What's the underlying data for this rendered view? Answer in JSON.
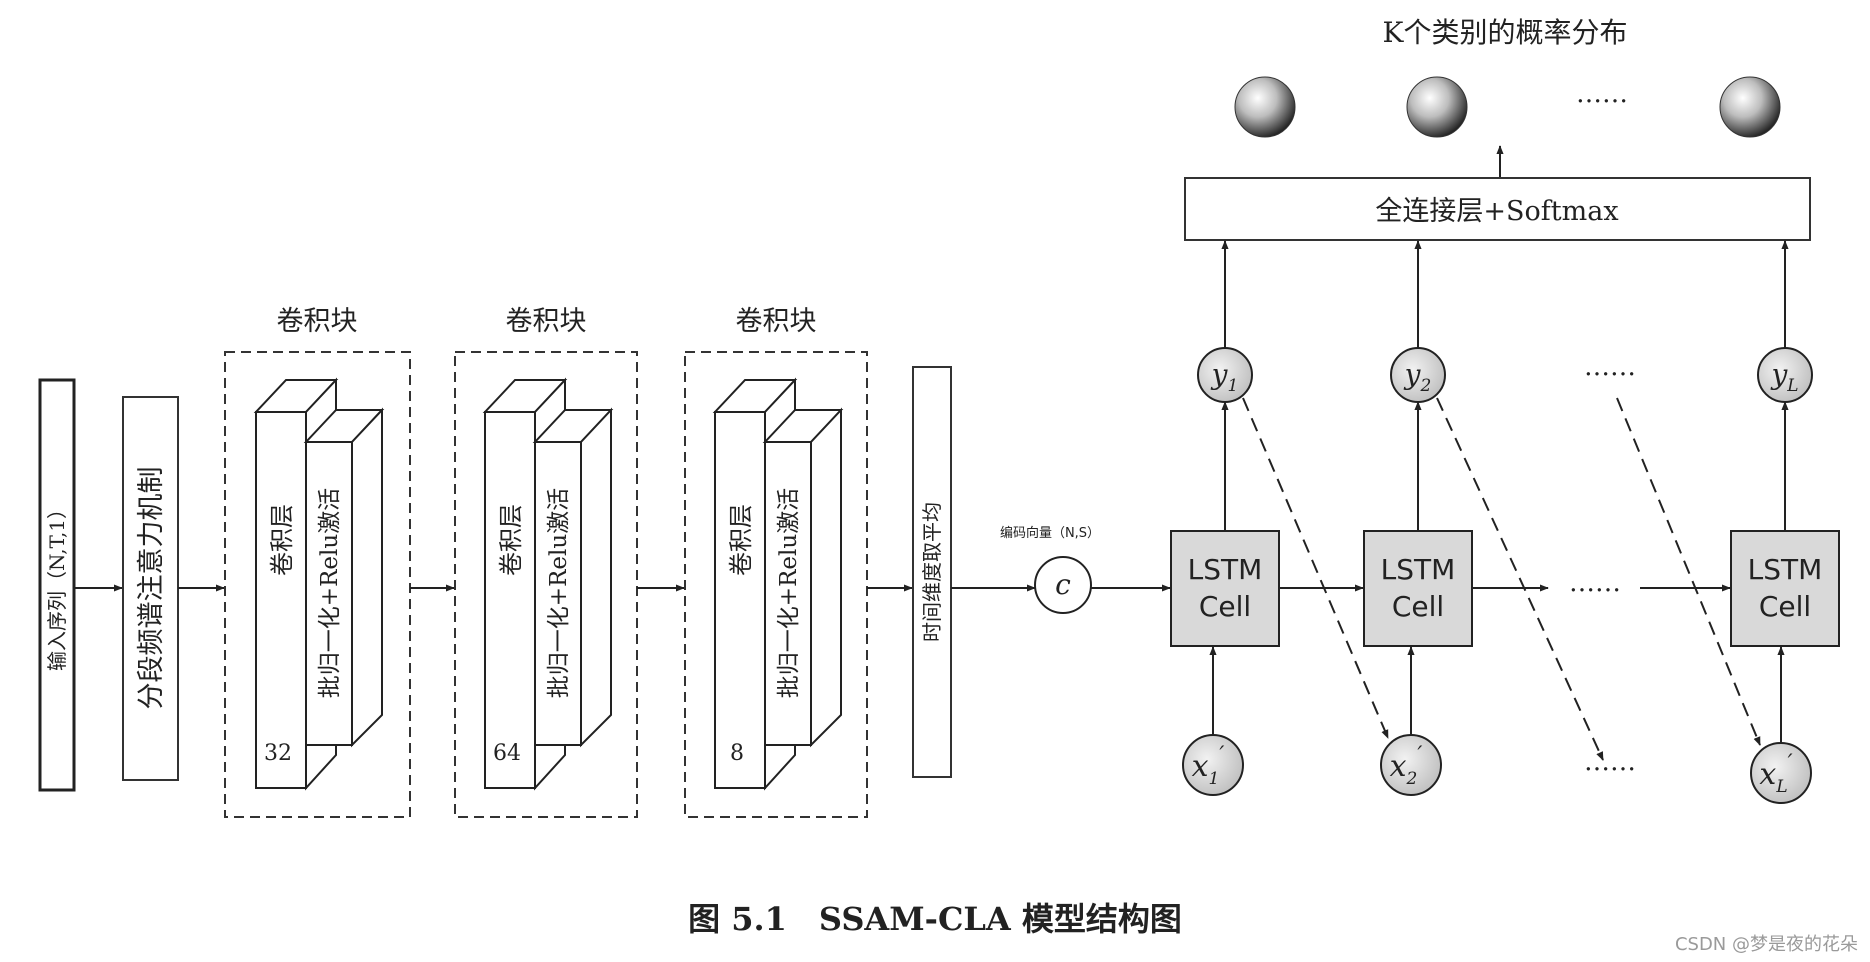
{
  "output_title": "K个类别的概率分布",
  "ellipsis": "……",
  "input_block": "输入序列（N,T,1）",
  "attention_block": "分段频谱注意力机制",
  "conv_blocks": [
    {
      "title": "卷积块",
      "conv_label": "卷积层",
      "norm_label": "批归一化+Relu激活",
      "filters": "32"
    },
    {
      "title": "卷积块",
      "conv_label": "卷积层",
      "norm_label": "批归一化+Relu激活",
      "filters": "64"
    },
    {
      "title": "卷积块",
      "conv_label": "卷积层",
      "norm_label": "批归一化+Relu激活",
      "filters": "8"
    }
  ],
  "pooling_block": "时间维度取平均",
  "context_vector_label": "编码向量（N,S）",
  "context_node": "c",
  "fc_layer": "全连接层+Softmax",
  "lstm_cells": [
    {
      "line1": "LSTM",
      "line2": "Cell"
    },
    {
      "line1": "LSTM",
      "line2": "Cell"
    },
    {
      "line1": "LSTM",
      "line2": "Cell"
    }
  ],
  "outputs": [
    {
      "base": "y",
      "sub": "1"
    },
    {
      "base": "y",
      "sub": "2"
    },
    {
      "base": "y",
      "sub": "L"
    }
  ],
  "inputs": [
    {
      "base": "x",
      "sub": "1",
      "prime": "′"
    },
    {
      "base": "x",
      "sub": "2",
      "prime": "′"
    },
    {
      "base": "x",
      "sub": "L",
      "prime": "′"
    }
  ],
  "caption": "图 5.1　SSAM-CLA 模型结构图",
  "watermark": "CSDN @梦是夜的花朵"
}
